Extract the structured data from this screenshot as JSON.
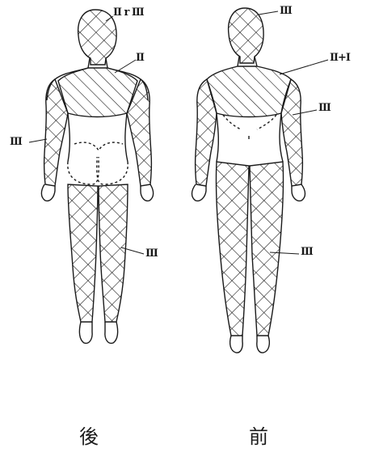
{
  "figure": {
    "back_view": {
      "caption": "後",
      "labels": {
        "head": "Ⅱ r Ⅲ",
        "upper_back": "Ⅱ",
        "left_arm": "Ⅲ",
        "legs": "Ⅲ"
      }
    },
    "front_view": {
      "caption": "前",
      "labels": {
        "head": "Ⅲ",
        "chest": "Ⅱ+Ⅰ",
        "arm": "Ⅲ",
        "legs": "Ⅲ"
      }
    },
    "colors": {
      "ink": "#1a1a1a",
      "paper": "#ffffff"
    }
  }
}
